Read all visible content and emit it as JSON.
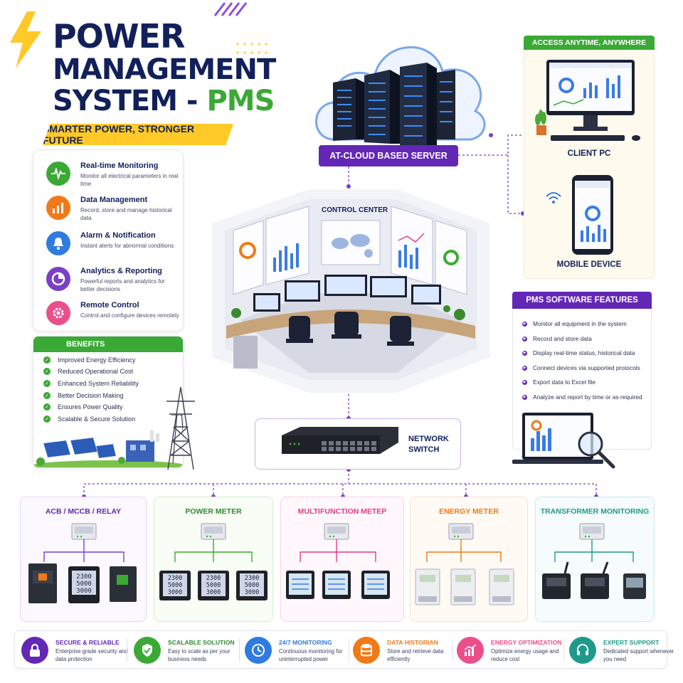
{
  "title": {
    "line1": "POWER",
    "line2": "MANAGEMENT",
    "line3_main": "SYSTEM - ",
    "line3_accent": "PMS"
  },
  "tagline": "SMARTER POWER, STRONGER FUTURE",
  "features": [
    {
      "title": "Real-time Monitoring",
      "desc": "Monitor all electrical parameters in real time",
      "icon": "waveform-icon",
      "color": "#3aa935"
    },
    {
      "title": "Data Management",
      "desc": "Record, store and manage historical data",
      "icon": "bar-chart-icon",
      "color": "#f07a1a"
    },
    {
      "title": "Alarm & Notification",
      "desc": "Instant alerts for abnormal conditions",
      "icon": "bell-icon",
      "color": "#2f7be0"
    },
    {
      "title": "Analytics & Reporting",
      "desc": "Powerful reports and analytics for better decisions",
      "icon": "pie-chart-icon",
      "color": "#7a3fc8"
    },
    {
      "title": "Remote Control",
      "desc": "Control and configure devices remotely",
      "icon": "gear-icon",
      "color": "#ea4f8c"
    }
  ],
  "benefits": {
    "heading": "BENEFITS",
    "items": [
      "Improved Energy Efficiency",
      "Reduced Operational Cost",
      "Enhanced System Reliability",
      "Better Decision Making",
      "Ensures Power Quality",
      "Scalable & Secure Solution"
    ]
  },
  "cloud": {
    "label": "AT-CLOUD BASED SERVER"
  },
  "control_center": {
    "label": "CONTROL CENTER"
  },
  "access": {
    "heading": "ACCESS ANYTIME, ANYWHERE",
    "client_pc": "CLIENT PC",
    "mobile": "MOBILE DEVICE"
  },
  "software": {
    "heading": "PMS SOFTWARE FEATURES",
    "items": [
      "Monitor all equipment in the system",
      "Record and store data",
      "Display real-time status, historical data",
      "Connect devices via supported protocols",
      "Export data to Excel file",
      "Analyze and report by time or as required"
    ]
  },
  "switch": {
    "line1": "NETWORK",
    "line2": "SWITCH"
  },
  "devices": [
    {
      "title": "ACB / MCCB / RELAY",
      "color": "#6327b6",
      "bg": "#fbf8ff",
      "border": "#e3d6f5"
    },
    {
      "title": "POWER METER",
      "color": "#2e8b2e",
      "bg": "#f8fdf5",
      "border": "#d4ecc9"
    },
    {
      "title": "MULTIFUNCTION METEP",
      "color": "#e33a8a",
      "bg": "#fff7fb",
      "border": "#f5d3e4"
    },
    {
      "title": "ENERGY METER",
      "color": "#ef7a17",
      "bg": "#fffaf3",
      "border": "#f6e0c6"
    },
    {
      "title": "TRANSFORMER MONITORING",
      "color": "#1f9a8a",
      "bg": "#f5fcfb",
      "border": "#cdeae5"
    }
  ],
  "meter_readings": {
    "a": "2300",
    "b": "5000",
    "c": "3000"
  },
  "bottom": [
    {
      "title": "SECURE & RELIABLE",
      "desc": "Enterprise grade security and data protection",
      "color": "#6327b6",
      "icon": "lock-icon"
    },
    {
      "title": "SCALABLE SOLUTION",
      "desc": "Easy to scale as per your business needs",
      "color": "#3aa935",
      "icon": "shield-check-icon"
    },
    {
      "title": "24/7 MONITORING",
      "desc": "Continuous monitoring for uninterrupted power",
      "color": "#2f7be0",
      "icon": "clock-icon"
    },
    {
      "title": "DATA HISTORIAN",
      "desc": "Store and retrieve data efficiently",
      "color": "#ef7a17",
      "icon": "database-icon"
    },
    {
      "title": "ENERGY OPTIMIZATION",
      "desc": "Optimize energy usage and reduce cost",
      "color": "#ea4f8c",
      "icon": "trend-up-icon"
    },
    {
      "title": "EXPERT SUPPORT",
      "desc": "Dedicated support whenever you need",
      "color": "#1f9a8a",
      "icon": "headset-icon"
    }
  ]
}
